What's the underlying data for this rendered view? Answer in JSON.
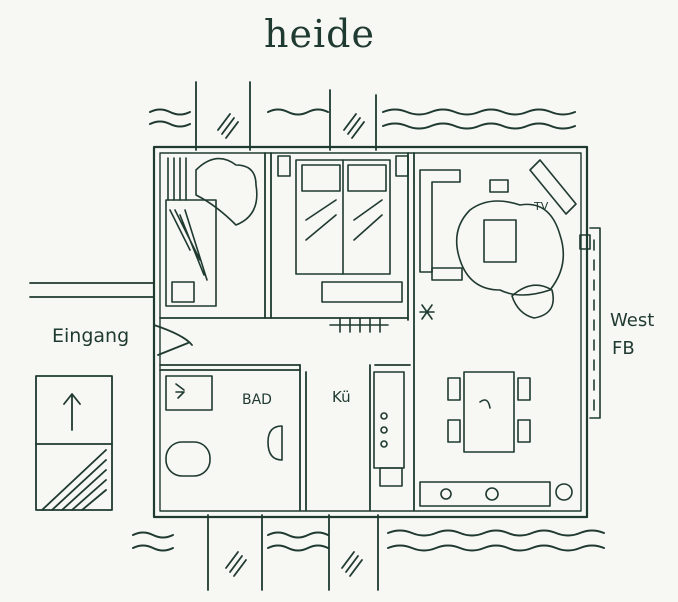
{
  "plan": {
    "title": "heide",
    "labels": {
      "entrance": "Eingang",
      "bath": "BAD",
      "kitchen": "Kü",
      "tv": "TV",
      "west": "West",
      "fb": "FB"
    }
  },
  "colors": {
    "ink": "#1f3a30",
    "paper": "#f7f7f3"
  }
}
